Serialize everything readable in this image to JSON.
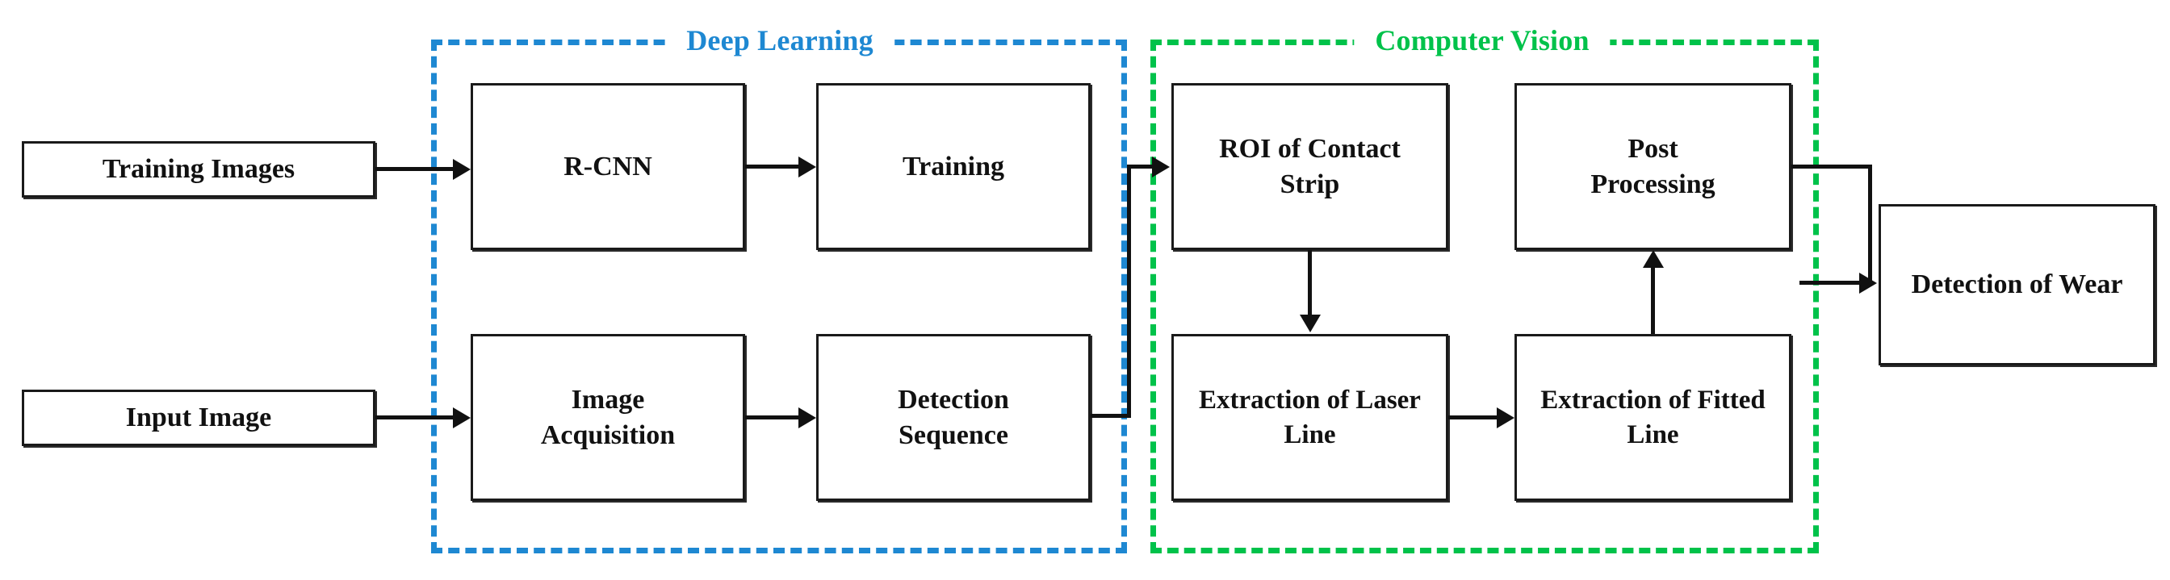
{
  "diagram": {
    "title_present": false,
    "colors": {
      "deep_learning": "#1E88D2",
      "computer_vision": "#00C24A",
      "box_border": "#1a1a1a",
      "connector": "#111111",
      "background": "#ffffff"
    },
    "groups": [
      {
        "id": "deep-learning",
        "label": "Deep Learning",
        "color": "#1E88D2"
      },
      {
        "id": "computer-vision",
        "label": "Computer Vision",
        "color": "#00C24A"
      }
    ],
    "nodes": [
      {
        "id": "training-images",
        "label": "Training Images",
        "group": null
      },
      {
        "id": "input-image",
        "label": "Input Image",
        "group": null
      },
      {
        "id": "r-cnn",
        "label": "R-CNN",
        "group": "deep-learning"
      },
      {
        "id": "training",
        "label": "Training",
        "group": "deep-learning"
      },
      {
        "id": "image-acquisition",
        "label": "Image\nAcquisition",
        "group": "deep-learning"
      },
      {
        "id": "detection-sequence",
        "label": "Detection\nSequence",
        "group": "deep-learning"
      },
      {
        "id": "roi-of-contact-strip",
        "label": "ROI of Contact\nStrip",
        "group": "computer-vision"
      },
      {
        "id": "post-processing",
        "label": "Post\nProcessing",
        "group": "computer-vision"
      },
      {
        "id": "extraction-of-laser-line",
        "label": "Extraction of Laser\nLine",
        "group": "computer-vision"
      },
      {
        "id": "extraction-of-fitted-line",
        "label": "Extraction of Fitted\nLine",
        "group": "computer-vision"
      },
      {
        "id": "detection-of-wear",
        "label": "Detection of Wear",
        "group": null
      }
    ],
    "node_labels": {
      "training_images": "Training Images",
      "input_image": "Input Image",
      "r_cnn": "R-CNN",
      "training": "Training",
      "image_acquisition_l1": "Image",
      "image_acquisition_l2": "Acquisition",
      "detection_sequence_l1": "Detection",
      "detection_sequence_l2": "Sequence",
      "roi_contact_strip_l1": "ROI of Contact",
      "roi_contact_strip_l2": "Strip",
      "post_processing_l1": "Post",
      "post_processing_l2": "Processing",
      "extraction_laser_l1": "Extraction of Laser",
      "extraction_laser_l2": "Line",
      "extraction_fitted_l1": "Extraction of Fitted",
      "extraction_fitted_l2": "Line",
      "detection_of_wear": "Detection of Wear"
    },
    "edges": [
      {
        "from": "training-images",
        "to": "r-cnn",
        "style": "straight-right"
      },
      {
        "from": "r-cnn",
        "to": "training",
        "style": "straight-right"
      },
      {
        "from": "input-image",
        "to": "image-acquisition",
        "style": "straight-right"
      },
      {
        "from": "image-acquisition",
        "to": "detection-sequence",
        "style": "straight-right"
      },
      {
        "from": "detection-sequence",
        "to": "roi-of-contact-strip",
        "style": "right-up-right"
      },
      {
        "from": "roi-of-contact-strip",
        "to": "extraction-of-laser-line",
        "style": "straight-down"
      },
      {
        "from": "extraction-of-laser-line",
        "to": "extraction-of-fitted-line",
        "style": "straight-right"
      },
      {
        "from": "extraction-of-fitted-line",
        "to": "post-processing",
        "style": "straight-up"
      },
      {
        "from": "post-processing",
        "to": "detection-of-wear",
        "style": "right-down-right"
      }
    ]
  }
}
